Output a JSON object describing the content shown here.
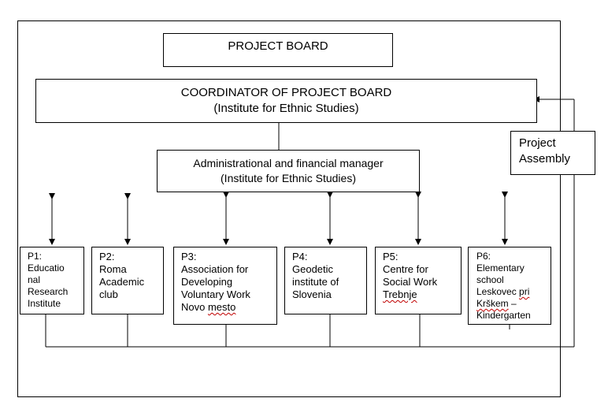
{
  "project_board": "PROJECT BOARD",
  "coordinator": {
    "title": "COORDINATOR OF PROJECT BOARD",
    "subtitle": "(Institute for Ethnic Studies)"
  },
  "manager": {
    "title": "Administrational and financial manager",
    "subtitle": "(Institute for Ethnic Studies)"
  },
  "assembly": {
    "line1": "Project",
    "line2": "Assembly"
  },
  "partners": [
    {
      "id": "P1:",
      "lines": [
        "Educatio",
        "nal",
        "Research",
        "Institute"
      ]
    },
    {
      "id": "P2:",
      "lines": [
        "Roma",
        "Academic",
        "club"
      ]
    },
    {
      "id": "P3:",
      "lines": [
        "Association for",
        "Developing",
        "Voluntary Work",
        "Novo mesto"
      ]
    },
    {
      "id": "P4:",
      "lines": [
        "Geodetic",
        "institute of",
        "Slovenia"
      ]
    },
    {
      "id": "P5:",
      "lines": [
        "Centre for",
        "Social Work",
        "Trebnje"
      ]
    },
    {
      "id": "P6:",
      "lines": [
        "Elementary",
        "school",
        "Leskovec pri",
        "Krškem –",
        "Kindergarten"
      ]
    }
  ]
}
